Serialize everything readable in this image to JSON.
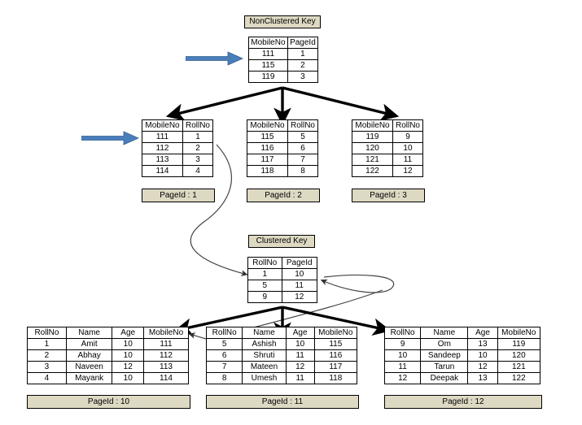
{
  "diagram": {
    "title_nonclustered": "NonClustered Key",
    "title_clustered": "Clustered Key",
    "background": "#ffffff",
    "arrow_color": "#000000",
    "blue_arrow_color": "#4a7ebb",
    "chip_color": "#ddd9c3"
  },
  "nonclustered_root": {
    "headers": [
      "MobileNo",
      "PageId"
    ],
    "rows": [
      [
        "111",
        "1"
      ],
      [
        "115",
        "2"
      ],
      [
        "119",
        "3"
      ]
    ]
  },
  "nonclustered_leaves": [
    {
      "headers": [
        "MobileNo",
        "RollNo"
      ],
      "rows": [
        [
          "111",
          "1"
        ],
        [
          "112",
          "2"
        ],
        [
          "113",
          "3"
        ],
        [
          "114",
          "4"
        ]
      ],
      "page_label": "PageId : 1"
    },
    {
      "headers": [
        "MobileNo",
        "RollNo"
      ],
      "rows": [
        [
          "115",
          "5"
        ],
        [
          "116",
          "6"
        ],
        [
          "117",
          "7"
        ],
        [
          "118",
          "8"
        ]
      ],
      "page_label": "PageId : 2"
    },
    {
      "headers": [
        "MobileNo",
        "RollNo"
      ],
      "rows": [
        [
          "119",
          "9"
        ],
        [
          "120",
          "10"
        ],
        [
          "121",
          "11"
        ],
        [
          "122",
          "12"
        ]
      ],
      "page_label": "PageId : 3"
    }
  ],
  "clustered_root": {
    "headers": [
      "RollNo",
      "PageId"
    ],
    "rows": [
      [
        "1",
        "10"
      ],
      [
        "5",
        "11"
      ],
      [
        "9",
        "12"
      ]
    ]
  },
  "clustered_leaves": [
    {
      "headers": [
        "RollNo",
        "Name",
        "Age",
        "MobileNo"
      ],
      "rows": [
        [
          "1",
          "Amit",
          "10",
          "111"
        ],
        [
          "2",
          "Abhay",
          "10",
          "112"
        ],
        [
          "3",
          "Naveen",
          "12",
          "113"
        ],
        [
          "4",
          "Mayank",
          "10",
          "114"
        ]
      ],
      "page_label": "PageId : 10"
    },
    {
      "headers": [
        "RollNo",
        "Name",
        "Age",
        "MobileNo"
      ],
      "rows": [
        [
          "5",
          "Ashish",
          "10",
          "115"
        ],
        [
          "6",
          "Shruti",
          "11",
          "116"
        ],
        [
          "7",
          "Mateen",
          "12",
          "117"
        ],
        [
          "8",
          "Umesh",
          "11",
          "118"
        ]
      ],
      "page_label": "PageId : 11"
    },
    {
      "headers": [
        "RollNo",
        "Name",
        "Age",
        "MobileNo"
      ],
      "rows": [
        [
          "9",
          "Om",
          "13",
          "119"
        ],
        [
          "10",
          "Sandeep",
          "10",
          "120"
        ],
        [
          "11",
          "Tarun",
          "12",
          "121"
        ],
        [
          "12",
          "Deepak",
          "13",
          "122"
        ]
      ],
      "page_label": "PageId : 12"
    }
  ],
  "annotations": {
    "blue_arrow_top": "blue-pointer-arrow",
    "blue_arrow_left": "blue-pointer-arrow"
  }
}
